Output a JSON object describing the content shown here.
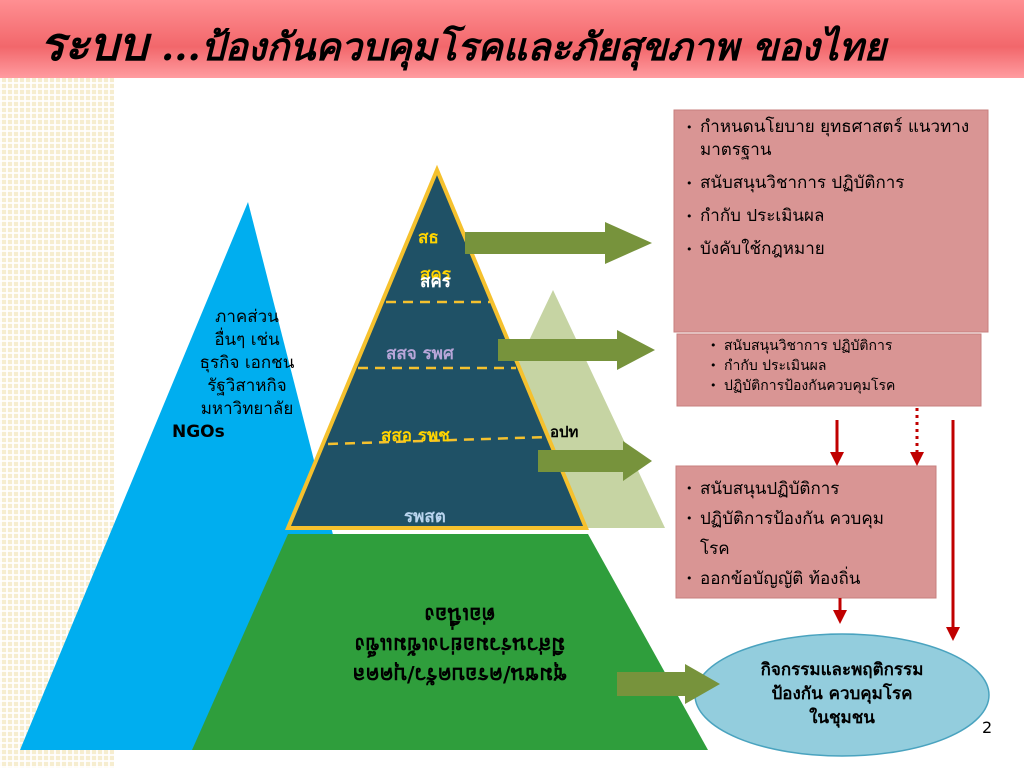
{
  "title": {
    "prefix": "ระบบ",
    "rest": " ...ป้องกันควบคุมโรคและภัยสุขภาพ  ของไทย"
  },
  "sector": {
    "line1": "ภาคส่วน",
    "line2": "อื่นๆ เช่น",
    "line3": "ธุรกิจ เอกชน",
    "line4": "รัฐวิสาหกิจ",
    "line5": "มหาวิทยาลัย",
    "ngo": "NGOs"
  },
  "tiers": {
    "top_a": "สธ",
    "top_b": "สคร",
    "top_c": "สคร",
    "mid": "สสจ รพศ",
    "low": "สสอ  รพช",
    "base": "รพสต",
    "side": "อปท"
  },
  "base_text": {
    "line1": "ชุมชน/ครอบครัว/บุคคล",
    "line2": "มีส่วนร่วมอย่างเข้มแข็ง",
    "line3": "ต่อเนื่อง"
  },
  "box1": {
    "items": [
      "กำหนดนโยบาย ยุทธศาสตร์ แนวทาง มาตรฐาน",
      "สนับสนุนวิชาการ ปฏิบัติการ",
      "กำกับ ประเมินผล",
      "บังคับใช้กฎหมาย"
    ]
  },
  "box2": {
    "items": [
      "สนับสนุนวิชาการ ปฏิบัติการ",
      "กำกับ ประเมินผล",
      "ปฏิบัติการป้องกันควบคุมโรค"
    ]
  },
  "box3": {
    "items": [
      "สนับสนุนปฏิบัติการ",
      "ปฏิบัติการป้องกัน ควบคุมโรค",
      "ออกข้อบัญญัติ ท้องถิ่น"
    ]
  },
  "oval": {
    "line1": "กิจกรรมและพฤติกรรม",
    "line2": "ป้องกัน ควบคุมโรค",
    "line3": "ในชุมชน"
  },
  "page_number": "2",
  "colors": {
    "title_bar": "#f2676b",
    "cyan": "#00aeef",
    "green": "#2f9e3c",
    "navy": "#1f5166",
    "olive": "#c6d4a3",
    "arrow": "#77933c",
    "box": "#d99594",
    "oval": "#93cddd",
    "red_arrow": "#c00000"
  }
}
